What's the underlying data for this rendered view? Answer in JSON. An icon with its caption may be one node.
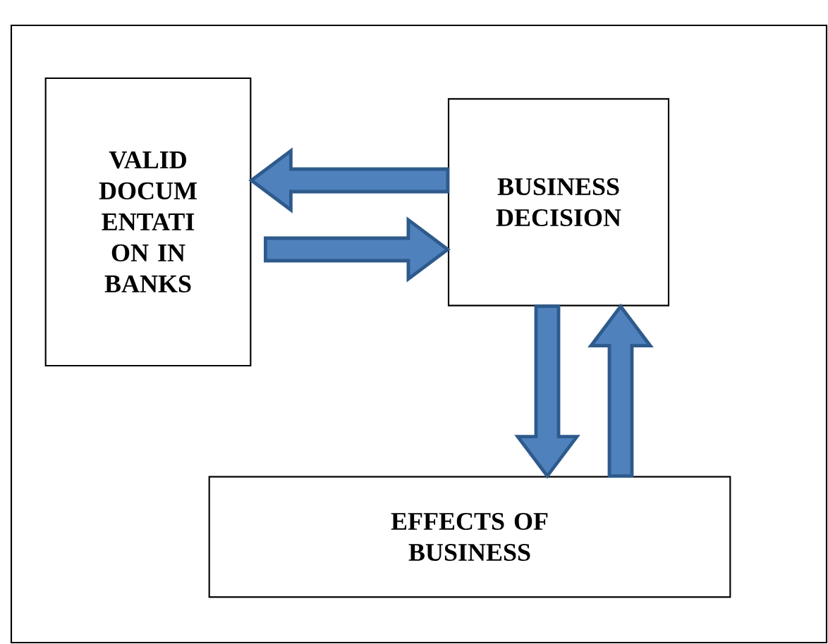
{
  "diagram": {
    "nodes": [
      {
        "text": [
          "VALID DOCUM ENTATI ON IN BANKS"
        ]
      },
      {
        "text": [
          "BUSINESS DECISION"
        ]
      },
      {
        "text": [
          "EFFECTS OF BUSINESS"
        ]
      }
    ],
    "edges": [
      {
        "from": 1,
        "to": 0,
        "arrow": "to"
      },
      {
        "from": 0,
        "to": 1,
        "arrow": "to"
      },
      {
        "from": 1,
        "to": 2,
        "arrow": "to"
      },
      {
        "from": 2,
        "to": 1,
        "arrow": "to"
      }
    ]
  }
}
